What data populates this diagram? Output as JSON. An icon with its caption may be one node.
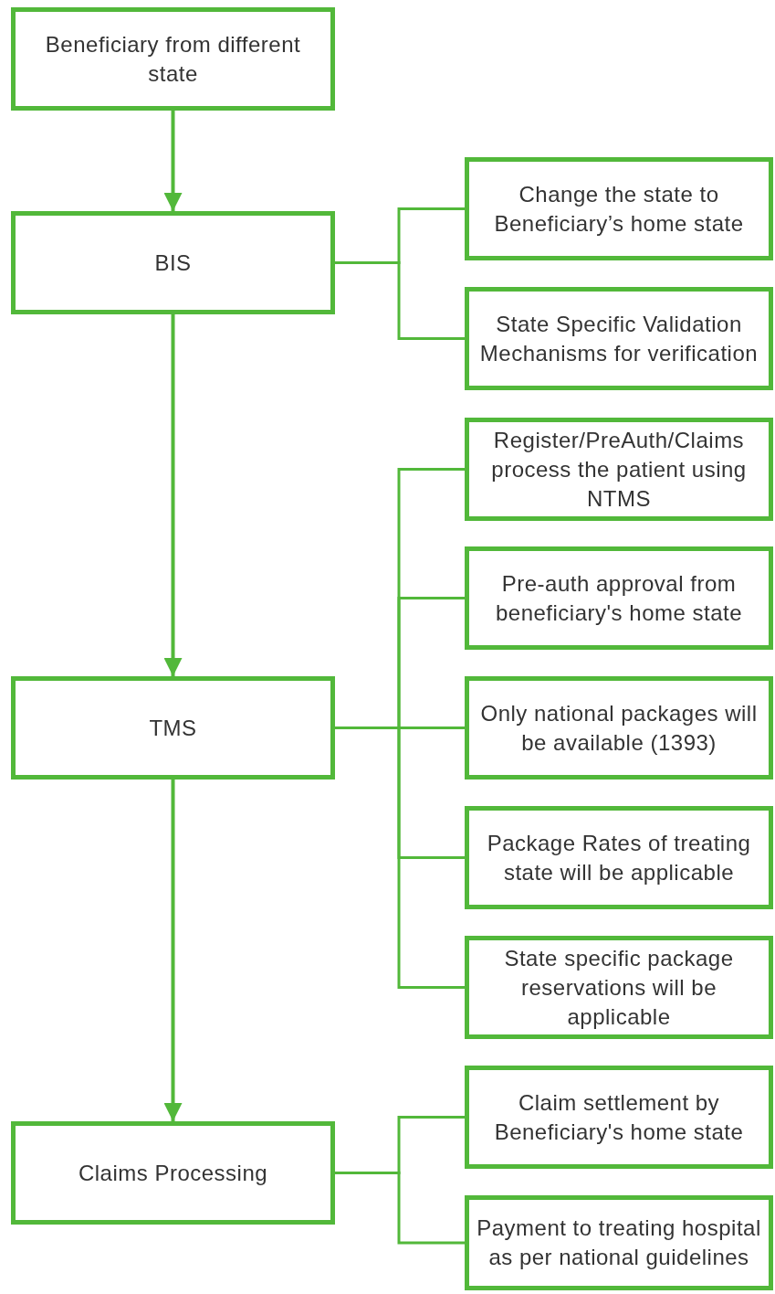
{
  "diagram": {
    "nodes": [
      {
        "text": [
          "Beneficiary from different state"
        ]
      },
      {
        "text": [
          "BIS"
        ]
      },
      {
        "text": [
          "Change the state to Beneficiary’s home state"
        ]
      },
      {
        "text": [
          "State Specific Validation Mechanisms for verification"
        ]
      },
      {
        "text": [
          "TMS"
        ]
      },
      {
        "text": [
          "Register/PreAuth/Claims process the patient using NTMS"
        ]
      },
      {
        "text": [
          "Pre-auth approval from beneficiary's home state"
        ]
      },
      {
        "text": [
          "Only national packages will be available (1393)"
        ]
      },
      {
        "text": [
          "Package Rates of treating state will be applicable"
        ]
      },
      {
        "text": [
          "State specific package reservations will be applicable"
        ]
      },
      {
        "text": [
          "Claims Processing"
        ]
      },
      {
        "text": [
          "Claim settlement by Beneficiary's home state"
        ]
      },
      {
        "text": [
          "Payment to treating hospital as per national guidelines"
        ]
      }
    ],
    "edges": [
      {
        "from": 0,
        "to": 1,
        "arrow": "to"
      },
      {
        "from": 1,
        "to": 4,
        "arrow": "to"
      },
      {
        "from": 4,
        "to": 10,
        "arrow": "to"
      },
      {
        "from": 1,
        "to": 2,
        "arrow": "none"
      },
      {
        "from": 1,
        "to": 3,
        "arrow": "none"
      },
      {
        "from": 4,
        "to": 5,
        "arrow": "none"
      },
      {
        "from": 4,
        "to": 6,
        "arrow": "none"
      },
      {
        "from": 4,
        "to": 7,
        "arrow": "none"
      },
      {
        "from": 4,
        "to": 8,
        "arrow": "none"
      },
      {
        "from": 4,
        "to": 9,
        "arrow": "none"
      },
      {
        "from": 10,
        "to": 11,
        "arrow": "none"
      },
      {
        "from": 10,
        "to": 12,
        "arrow": "none"
      }
    ]
  }
}
